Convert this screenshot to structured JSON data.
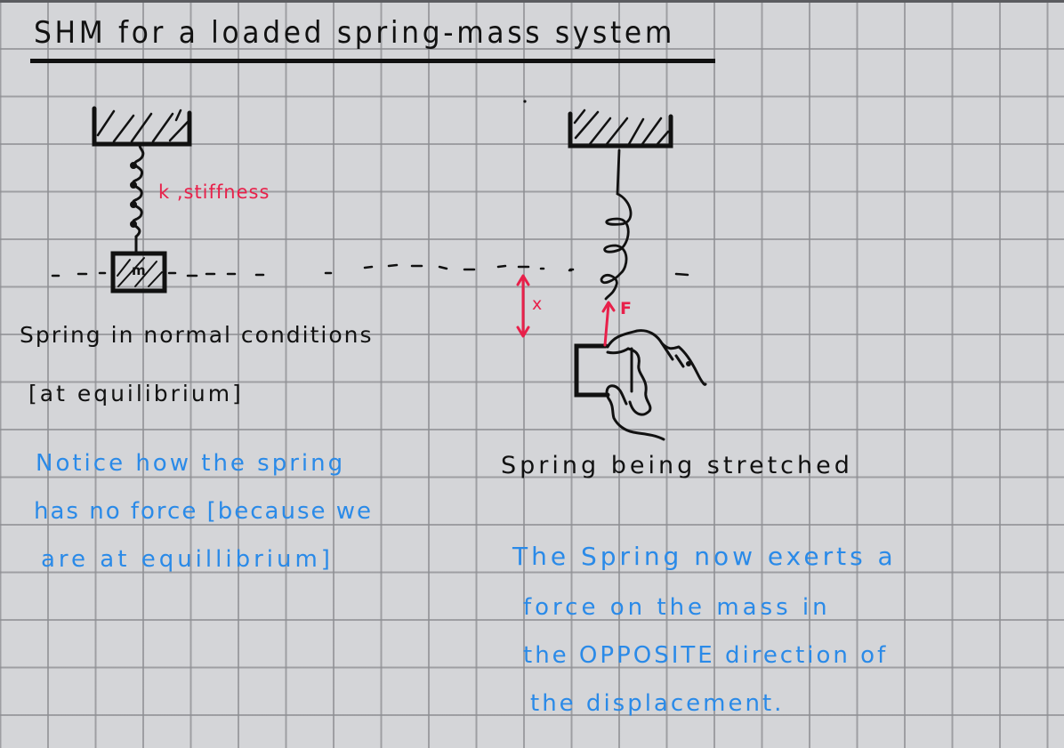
{
  "page": {
    "title": "SHM for a loaded spring-mass system",
    "colors": {
      "background": "#d4d5d8",
      "grid": "#a8a9ac",
      "ink": "#111111",
      "blue_ink": "#2a8ae8",
      "red_ink": "#e8204a"
    }
  },
  "left_diagram": {
    "spring_label": "k ,stiffness",
    "mass_label": "m",
    "caption_lines": [
      "Spring in normal conditions",
      "[at equilibrium]"
    ],
    "note_lines": [
      "Notice how the spring",
      "has no force [because we",
      "are  at equillibrium]"
    ]
  },
  "right_diagram": {
    "displacement_label": "x",
    "force_label": "F",
    "caption": "Spring being stretched",
    "note_lines": [
      "The Spring now exerts a",
      "force  on  the  mass  in",
      "the OPPOSITE direction of",
      "the  displacement."
    ]
  }
}
